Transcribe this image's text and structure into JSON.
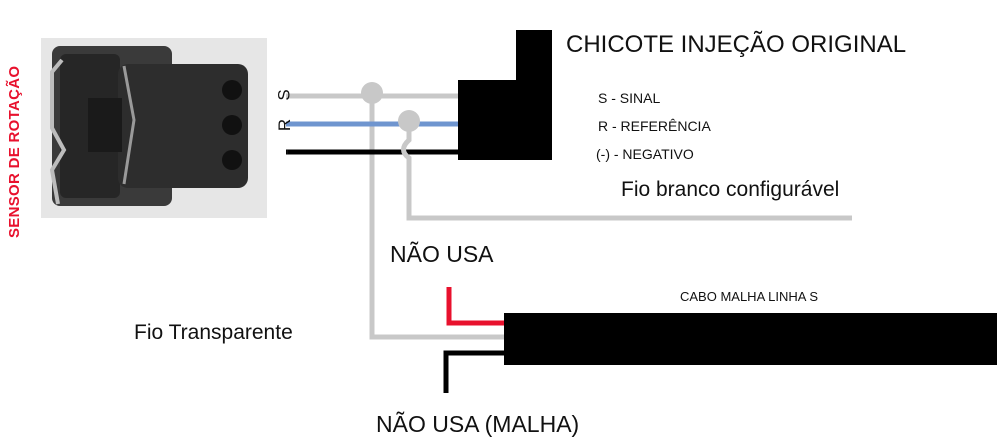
{
  "sensor_label": "SENSOR DE ROTAÇÃO",
  "pins": {
    "s": "S",
    "r": "R",
    "neg": "-"
  },
  "harness_title": "CHICOTE INJEÇÃO ORIGINAL",
  "legend": {
    "sinal": "S - SINAL",
    "referencia": "R - REFERÊNCIA",
    "negativo": "(-) - NEGATIVO"
  },
  "white_wire_label": "Fio branco configurável",
  "unused_label": "NÃO USA",
  "shield_cable_label": "CABO MALHA LINHA S",
  "transparent_wire_label": "Fio Transparente",
  "unused_shield_label": "NÃO USA (MALHA)",
  "colors": {
    "sensor_label": "#e8112d",
    "gray_wire": "#c8c8c8",
    "blue_wire": "#6f95cf",
    "black_wire": "#000000",
    "red_wire": "#e8112d",
    "connector_body": "#2f2f2f"
  }
}
